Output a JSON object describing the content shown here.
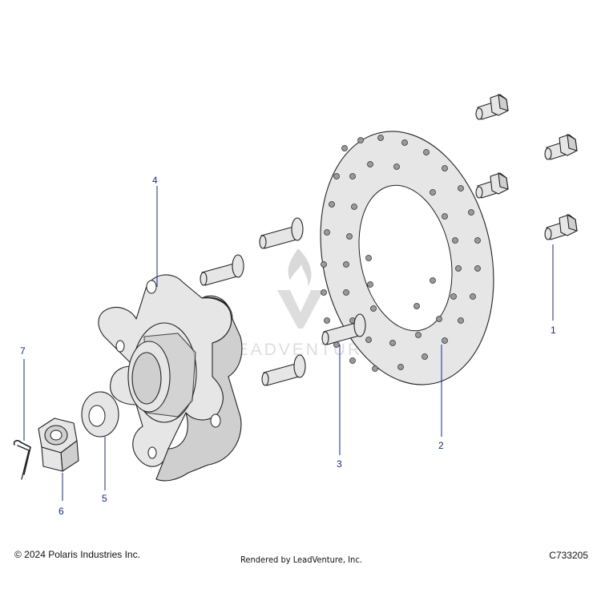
{
  "callouts": [
    {
      "id": "1",
      "label": "1"
    },
    {
      "id": "2",
      "label": "2"
    },
    {
      "id": "3",
      "label": "3"
    },
    {
      "id": "4",
      "label": "4"
    },
    {
      "id": "5",
      "label": "5"
    },
    {
      "id": "6",
      "label": "6"
    },
    {
      "id": "7",
      "label": "7"
    }
  ],
  "watermark": "LEADVENTURE",
  "footer": {
    "copyright": "© 2024 Polaris Industries Inc.",
    "rendered_by": "Rendered by LeadVenture, Inc.",
    "diagram_code": "C733205"
  },
  "colors": {
    "callout": "#1a2a8c",
    "part_fill": "#e6e6e6",
    "outline": "#222222",
    "watermark": "#d9d9d9"
  }
}
